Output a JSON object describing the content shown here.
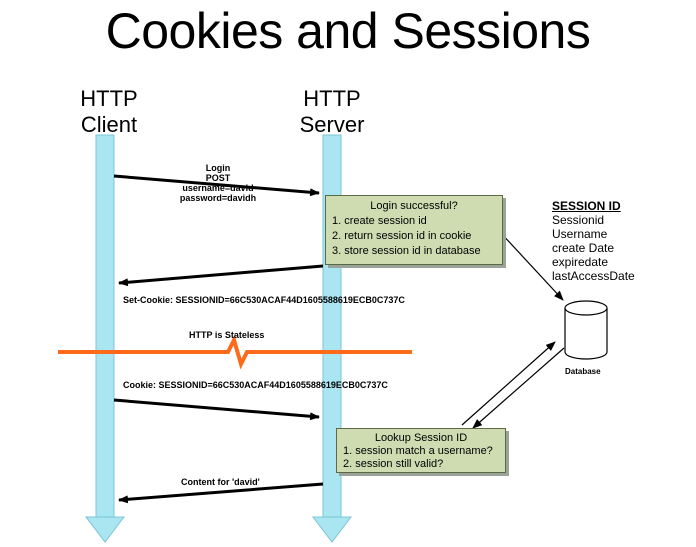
{
  "title": "Cookies and Sessions",
  "client": {
    "line1": "HTTP",
    "line2": "Client"
  },
  "server": {
    "line1": "HTTP",
    "line2": "Server"
  },
  "login_request": [
    "Login",
    "POST",
    "username=david",
    "password=davidh"
  ],
  "login_box": {
    "title": "Login successful?",
    "items": [
      "1. create session id",
      "2. return session id in cookie",
      "3. store session id in database"
    ]
  },
  "set_cookie": "Set-Cookie: SESSIONID=66C530ACAF44D1605588619ECB0C737C",
  "stateless": "HTTP is Stateless",
  "cookie": "Cookie: SESSIONID=66C530ACAF44D1605588619ECB0C737C",
  "lookup_box": {
    "title": "Lookup Session ID",
    "items": [
      "1. session match a username?",
      "2. session still valid?"
    ]
  },
  "content": "Content for 'david'",
  "session_fields": {
    "header": "SESSION ID",
    "fields": [
      "Sessionid",
      "Username",
      "create Date",
      "expiredate",
      "lastAccessDate"
    ]
  },
  "database": "Database",
  "colors": {
    "lifeline": "#a9e6f2",
    "lifeline_border": "#7cc4d4",
    "stateless_line": "#ff6a1a",
    "box": "#cfdcb2"
  }
}
